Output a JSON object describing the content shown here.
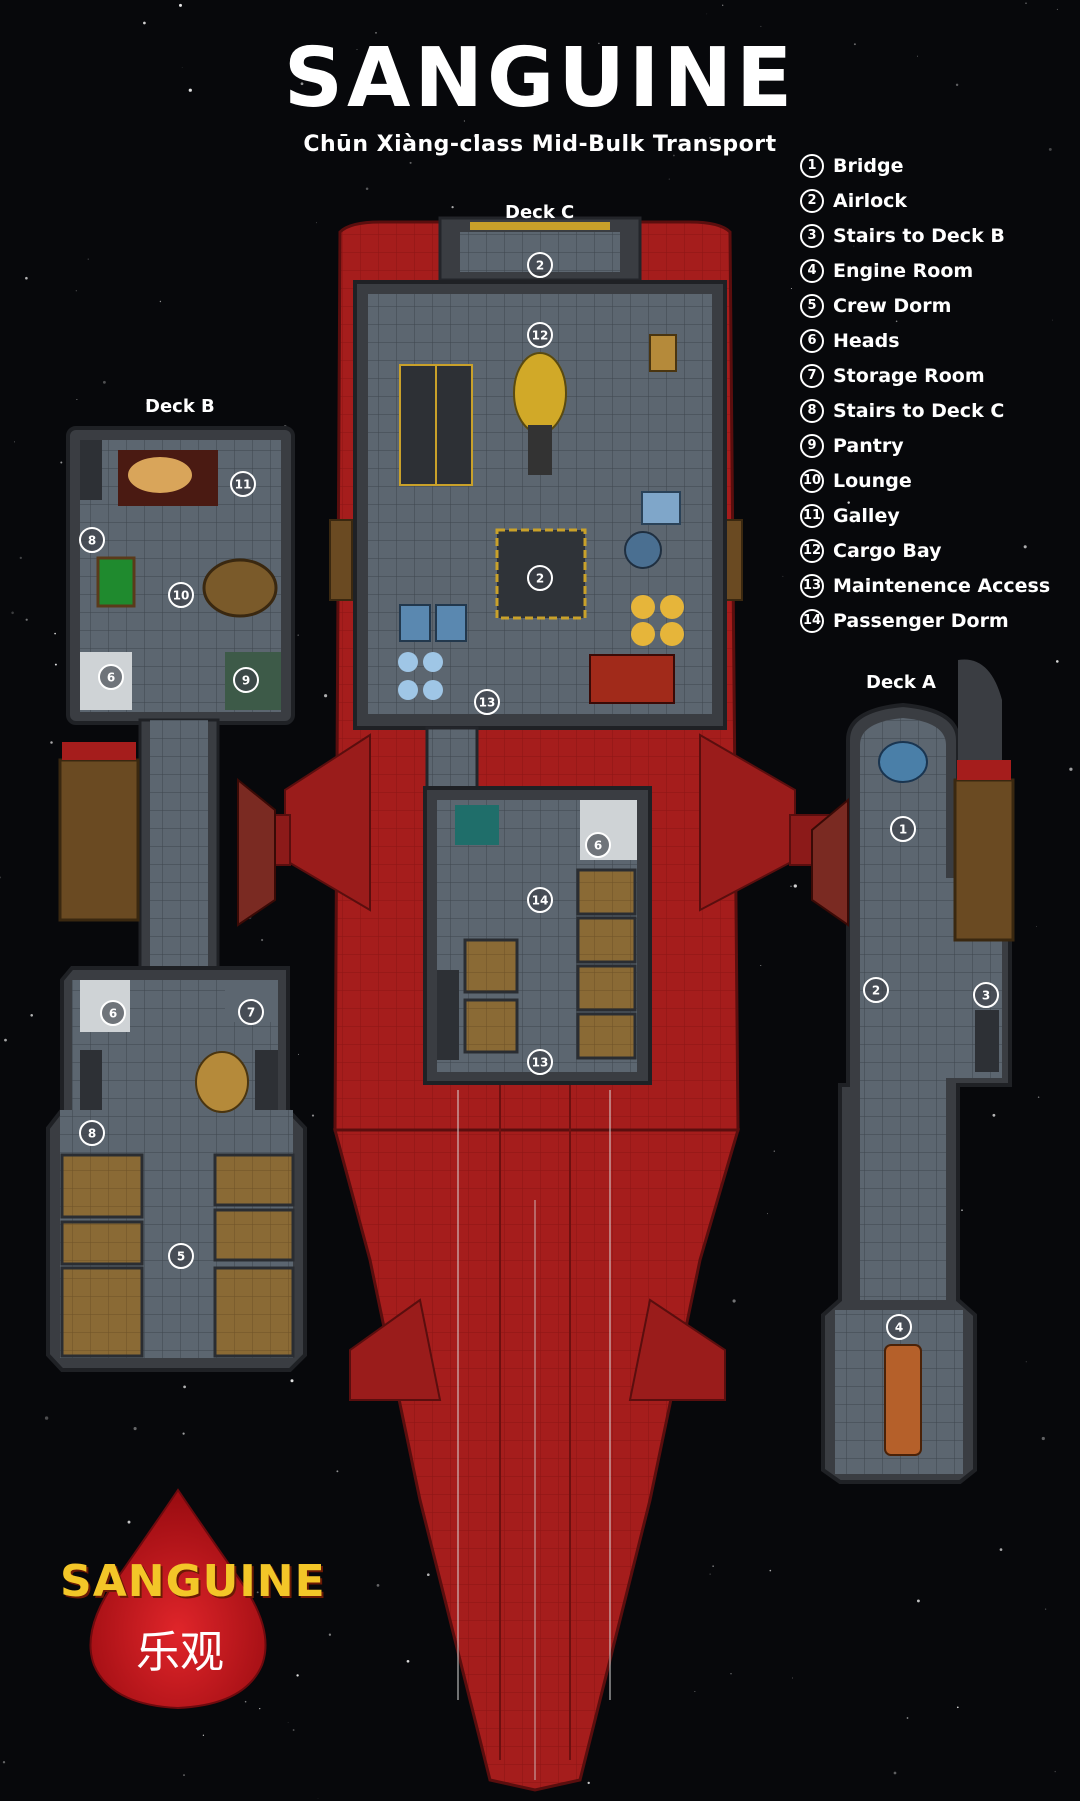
{
  "header": {
    "title": "SANGUINE",
    "subtitle": "Chūn Xiàng-class Mid-Bulk Transport"
  },
  "decks": {
    "deck_a": "Deck A",
    "deck_b": "Deck B",
    "deck_c": "Deck C"
  },
  "legend": [
    {
      "num": "1",
      "label": "Bridge"
    },
    {
      "num": "2",
      "label": "Airlock"
    },
    {
      "num": "3",
      "label": "Stairs to Deck B"
    },
    {
      "num": "4",
      "label": "Engine Room"
    },
    {
      "num": "5",
      "label": "Crew Dorm"
    },
    {
      "num": "6",
      "label": "Heads"
    },
    {
      "num": "7",
      "label": "Storage Room"
    },
    {
      "num": "8",
      "label": "Stairs to Deck C"
    },
    {
      "num": "9",
      "label": "Pantry"
    },
    {
      "num": "10",
      "label": "Lounge"
    },
    {
      "num": "11",
      "label": "Galley"
    },
    {
      "num": "12",
      "label": "Cargo Bay"
    },
    {
      "num": "13",
      "label": "Maintenence Access"
    },
    {
      "num": "14",
      "label": "Passenger Dorm"
    }
  ],
  "map_markers": {
    "deck_c": [
      "2",
      "12",
      "2",
      "13",
      "6",
      "14",
      "13"
    ],
    "deck_b": [
      "11",
      "8",
      "10",
      "6",
      "9",
      "6",
      "7",
      "8",
      "5"
    ],
    "deck_a": [
      "1",
      "2",
      "3",
      "4"
    ]
  },
  "logo": {
    "text": "SANGUINE",
    "chinese": "乐观"
  },
  "colors": {
    "space": "#07080b",
    "hull_red": "#a51d1c",
    "floor_grey": "#5c6670",
    "wall": "#3a3d42",
    "crew_room": "#8a6a35",
    "logo_drop": "#c8141a",
    "logo_text": "#f3c628"
  }
}
